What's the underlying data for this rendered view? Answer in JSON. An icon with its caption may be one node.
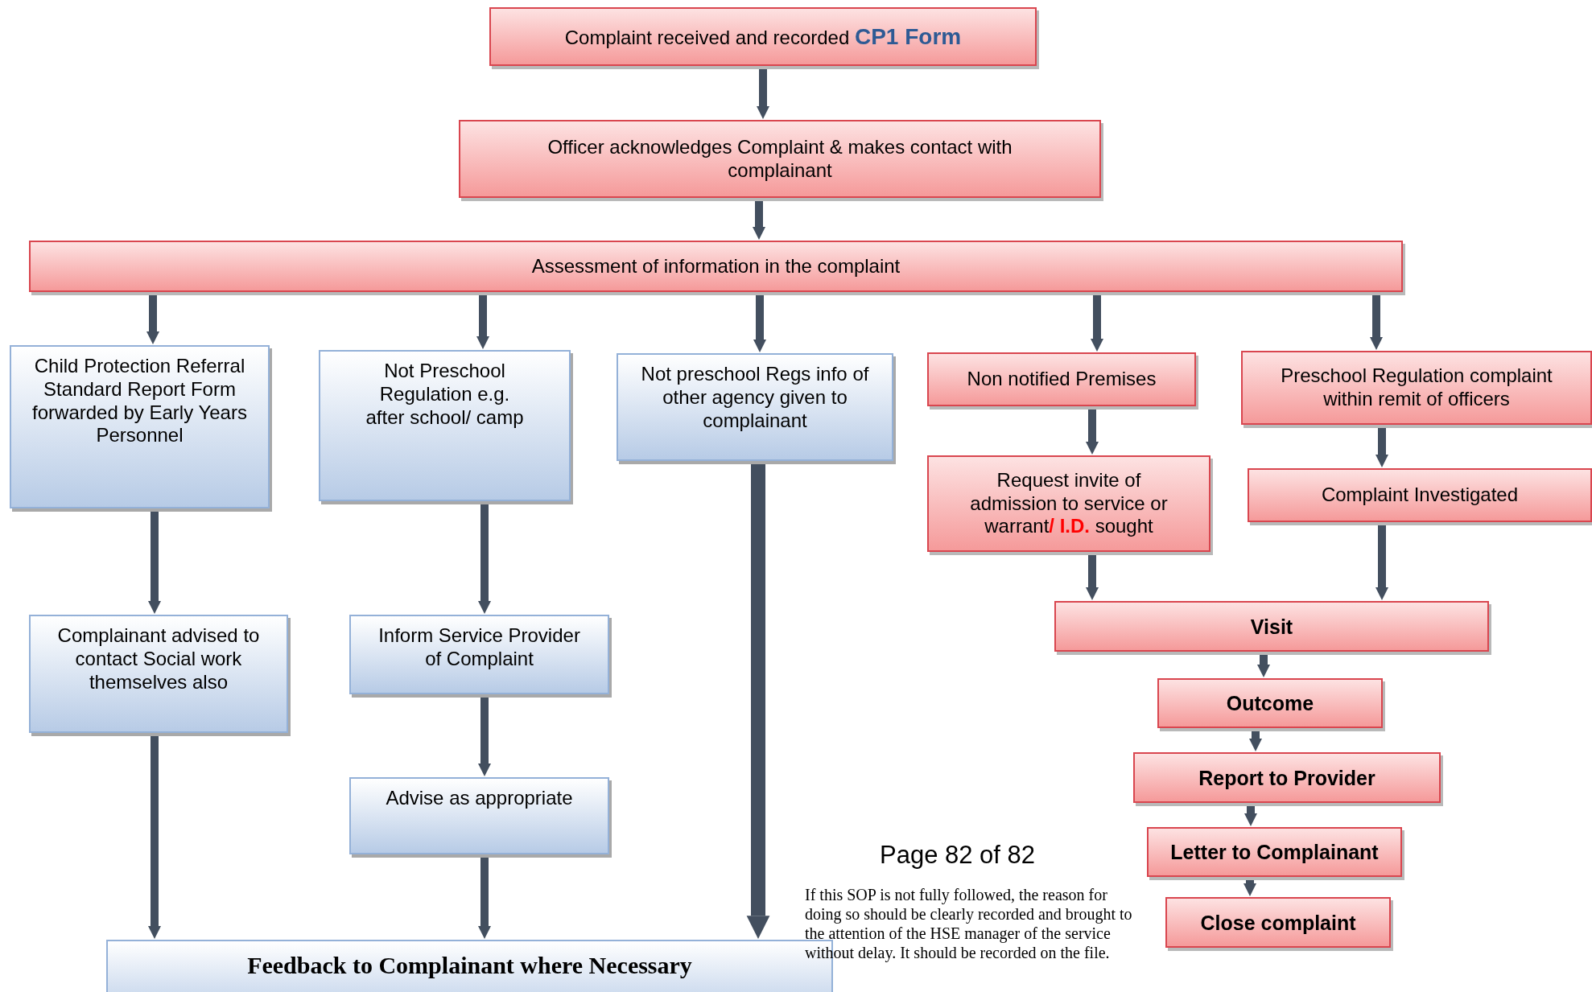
{
  "diagram": {
    "nodes": [
      {
        "text": [
          "Complaint received and recorded **CP1 Form**"
        ]
      },
      {
        "text": [
          "Officer acknowledges Complaint & makes contact with complainant"
        ]
      },
      {
        "text": [
          "Assessment of information in the complaint"
        ]
      },
      {
        "text": [
          "Child Protection Referral Standard Report Form forwarded by Early Years Personnel"
        ]
      },
      {
        "text": [
          "Not Preschool Regulation e.g. after school/ camp"
        ]
      },
      {
        "text": [
          "Not preschool Regs info of other agency given to complainant"
        ]
      },
      {
        "text": [
          "Non notified Premises"
        ]
      },
      {
        "text": [
          "Preschool Regulation complaint within remit of officers"
        ]
      },
      {
        "text": [
          "Request invite of admission to service or warrant**/ I.D.** sought"
        ]
      },
      {
        "text": [
          "Complaint Investigated"
        ]
      },
      {
        "text": [
          "Complainant advised to contact Social work themselves also"
        ]
      },
      {
        "text": [
          "Inform Service Provider of Complaint"
        ]
      },
      {
        "text": [
          "Visit"
        ]
      },
      {
        "text": [
          "Outcome"
        ]
      },
      {
        "text": [
          "Advise as appropriate"
        ]
      },
      {
        "text": [
          "Report to Provider"
        ]
      },
      {
        "text": [
          "Letter to Complainant"
        ]
      },
      {
        "text": [
          "Close complaint"
        ]
      },
      {
        "text": [
          "Feedback to Complainant where Necessary"
        ]
      }
    ],
    "edges": [
      {
        "from": 0,
        "to": 1,
        "arrow": "to"
      },
      {
        "from": 1,
        "to": 2,
        "arrow": "to"
      },
      {
        "from": 2,
        "to": 3,
        "arrow": "to"
      },
      {
        "from": 2,
        "to": 4,
        "arrow": "to"
      },
      {
        "from": 2,
        "to": 5,
        "arrow": "to"
      },
      {
        "from": 2,
        "to": 6,
        "arrow": "to"
      },
      {
        "from": 2,
        "to": 7,
        "arrow": "to"
      },
      {
        "from": 3,
        "to": 10,
        "arrow": "to"
      },
      {
        "from": 4,
        "to": 11,
        "arrow": "to"
      },
      {
        "from": 5,
        "to": 18,
        "arrow": "to",
        "style": "thick"
      },
      {
        "from": 6,
        "to": 8,
        "arrow": "to"
      },
      {
        "from": 7,
        "to": 9,
        "arrow": "to"
      },
      {
        "from": 8,
        "to": 12,
        "arrow": "to"
      },
      {
        "from": 9,
        "to": 12,
        "arrow": "to"
      },
      {
        "from": 10,
        "to": 18,
        "arrow": "to"
      },
      {
        "from": 11,
        "to": 14,
        "arrow": "to"
      },
      {
        "from": 14,
        "to": 18,
        "arrow": "to"
      },
      {
        "from": 12,
        "to": 13,
        "arrow": "to"
      },
      {
        "from": 13,
        "to": 15,
        "arrow": "to"
      },
      {
        "from": 15,
        "to": 16,
        "arrow": "to"
      },
      {
        "from": 16,
        "to": 17,
        "arrow": "to"
      }
    ],
    "labels": [
      "Page 82 of 82",
      "If this SOP is not fully followed, the reason for doing so should be clearly recorded and brought to the attention of the HSE manager of the service without delay.  It should be recorded on the file."
    ]
  }
}
